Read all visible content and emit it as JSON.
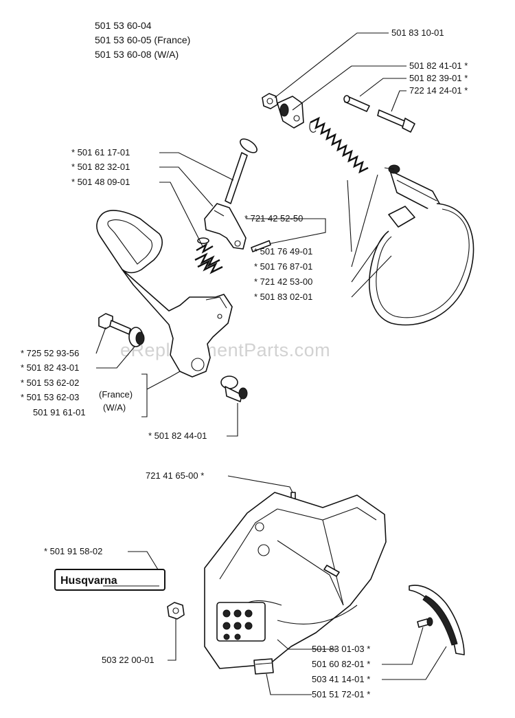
{
  "header": {
    "lines": [
      "501 53 60-04",
      "501 53 60-05 (France)",
      "501 53 60-08 (W/A)"
    ]
  },
  "watermark": "eReplacementParts.com",
  "brand_plate": {
    "text": "Husqvarna"
  },
  "labels": {
    "l_5018310": "501 83 10-01",
    "l_5018241": "501 82 41-01  *",
    "l_5018239": "501 82 39-01  *",
    "l_7221424": "722 14 24-01  *",
    "l_5016117": "*  501 61 17-01",
    "l_5018232": "*  501 82 32-01",
    "l_5014809": "*  501 48 09-01",
    "l_7214252": "*  721 42 52-50",
    "l_5017649": "*  501 76 49-01",
    "l_5017687": "*  501 76 87-01",
    "l_7214253": "*  721 42 53-00",
    "l_5018302": "*  501 83 02-01",
    "l_7255293": "*  725 52 93-56",
    "l_5018243": "*  501 82 43-01",
    "l_5015362a": "*  501 53 62-02",
    "l_5015362b": "*  501 53 62-03",
    "l_france": "(France)",
    "l_wa": "(W/A)",
    "l_5019161": "501 91 61-01",
    "l_5018244": "*  501 82 44-01",
    "l_7214165": "721 41 65-00  *",
    "l_5019158": "*  501 91 58-02",
    "l_5032200": "503 22 00-01",
    "l_5018301": "501 83 01-03  *",
    "l_5016082": "501 60 82-01  *",
    "l_5034114": "503 41 14-01  *",
    "l_5015172": "501 51 72-01  *"
  }
}
